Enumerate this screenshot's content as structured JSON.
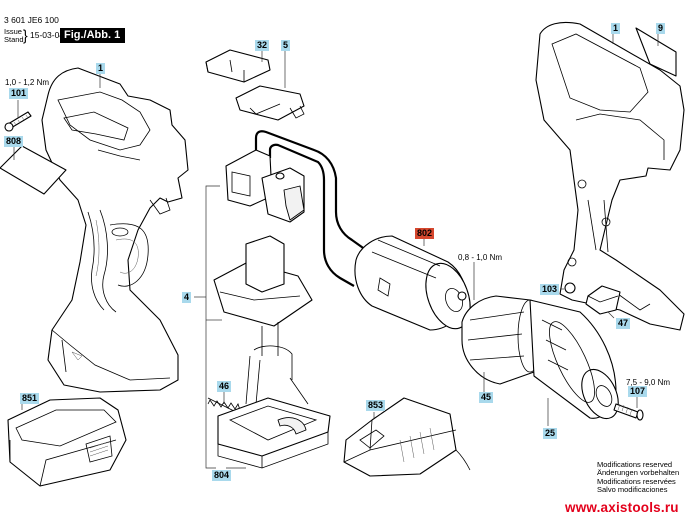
{
  "header": {
    "part_code": "3 601 JE6 100",
    "issue_label_1": "Issue",
    "issue_label_2": "Stand",
    "issue_date": "15-03-04",
    "figure_label": "Fig./Abb. 1"
  },
  "callouts": {
    "c1_left": "1",
    "c101": "101",
    "c808": "808",
    "c32": "32",
    "c5": "5",
    "c4": "4",
    "c802": "802",
    "c46": "46",
    "c804": "804",
    "c851": "851",
    "c853": "853",
    "c45": "45",
    "c25": "25",
    "c103": "103",
    "c47": "47",
    "c107": "107",
    "c1_right": "1",
    "c9": "9"
  },
  "torques": {
    "t101": "1,0 - 1,2 Nm",
    "t802": "0,8 - 1,0 Nm",
    "t107": "7,5 - 9,0 Nm"
  },
  "notes": [
    "Modifications reserved",
    "Änderungen vorbehalten",
    "Modifications reservées",
    "Salvo modificaciones"
  ],
  "website": "www.axistools.ru",
  "colors": {
    "callout_bg": "#a9d9ec",
    "highlight_callout_bg": "#d6472e",
    "website_color": "#e3001b"
  }
}
